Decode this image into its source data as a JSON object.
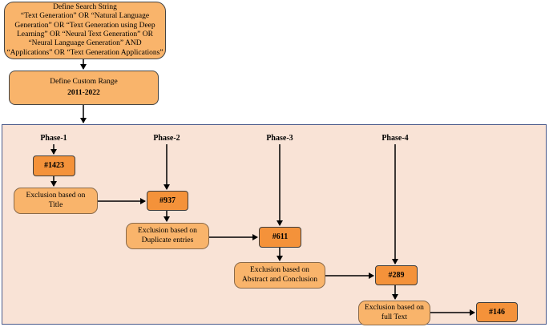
{
  "search_box": {
    "line1": "Define Search String",
    "line2": "“Text Generation” OR “Natural Language",
    "line3": "Generation” OR “Text Generation using Deep",
    "line4": "Learning” OR “Neural Text Generation” OR",
    "line5": "“Neural Language Generation” AND",
    "line6": "“Applications” OR “Text Generation Applications”"
  },
  "range_box": {
    "label": "Define Custom Range",
    "years": "2011-2022"
  },
  "phases": [
    "Phase-1",
    "Phase-2",
    "Phase-3",
    "Phase-4"
  ],
  "counts": [
    "#1423",
    "#937",
    "#611",
    "#289",
    "#146"
  ],
  "exclusions": [
    {
      "line1": "Exclusion based on",
      "line2": "Title"
    },
    {
      "line1": "Exclusion based on",
      "line2": "Duplicate entries"
    },
    {
      "line1": "Exclusion based on",
      "line2": "Abstract and Conclusion"
    },
    {
      "line1": "Exclusion based on",
      "line2": "full Text"
    }
  ],
  "colors": {
    "panel_bg": "#f9e3d6",
    "light_box": "#f9b46b",
    "count_box": "#f4923a"
  }
}
